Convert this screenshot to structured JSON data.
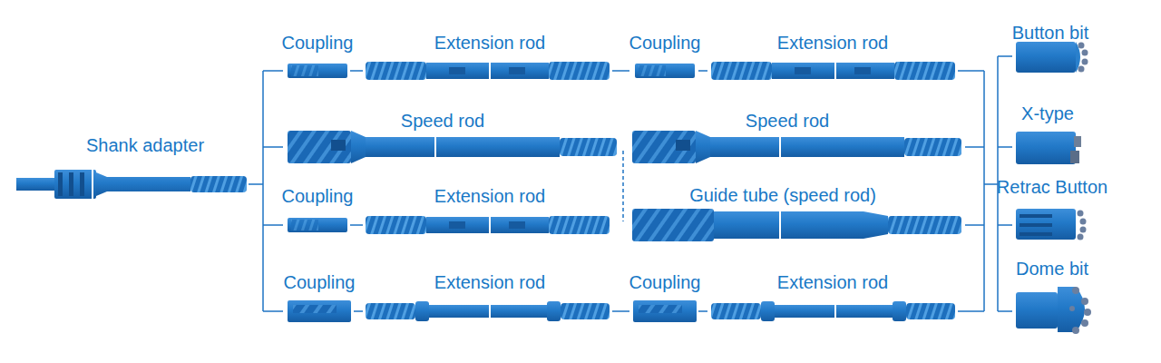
{
  "diagram": {
    "labels": [
      "Coupling",
      "Extension rod",
      "Coupling",
      "Extension rod",
      "Button bit",
      "Speed rod",
      "Speed rod",
      "X-type",
      "Shank adapter",
      "Coupling",
      "Extension rod",
      "Guide tube (speed rod)",
      "Retrac Button",
      "Coupling",
      "Extension rod",
      "Coupling",
      "Extension rod",
      "Dome bit"
    ]
  }
}
